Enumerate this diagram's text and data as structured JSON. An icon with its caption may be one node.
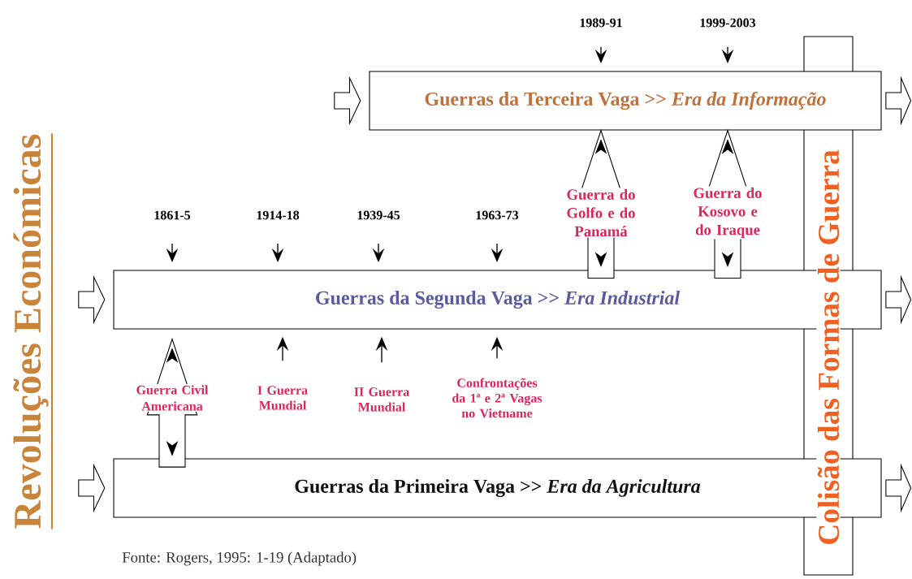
{
  "diagram": {
    "title": "Revoluções Económicas",
    "caption": "Fonte: Rogers, 1995: 1-19 (Adaptado)",
    "nodes": [
      {
        "text": [
          "Guerras da Terceira Vaga >> *Era da Informação*"
        ]
      },
      {
        "text": [
          "Guerras da Segunda Vaga >> *Era Industrial*"
        ]
      },
      {
        "text": [
          "Guerras da Primeira Vaga >> *Era da Agricultura*"
        ]
      },
      {
        "text": [
          "Colisão das Formas de Guerra"
        ]
      },
      {
        "text": [
          "1989-91"
        ]
      },
      {
        "text": [
          "1999-2003"
        ]
      },
      {
        "text": [
          "1861-5"
        ]
      },
      {
        "text": [
          "1914-18"
        ]
      },
      {
        "text": [
          "1939-45"
        ]
      },
      {
        "text": [
          "1963-73"
        ]
      },
      {
        "text": [
          "I Guerra Mundial"
        ]
      },
      {
        "text": [
          "II Guerra Mundial"
        ]
      },
      {
        "text": [
          "Confrontações da 1ª e 2ª Vagas no Vietname"
        ]
      }
    ],
    "edges": [
      {
        "from": null,
        "to": 0,
        "arrow": "to",
        "style": "thick"
      },
      {
        "from": 0,
        "to": null,
        "arrow": "to",
        "style": "thick"
      },
      {
        "from": null,
        "to": 1,
        "arrow": "to",
        "style": "thick"
      },
      {
        "from": 1,
        "to": null,
        "arrow": "to",
        "style": "thick"
      },
      {
        "from": null,
        "to": 2,
        "arrow": "to",
        "style": "thick"
      },
      {
        "from": 2,
        "to": null,
        "arrow": "to",
        "style": "thick"
      },
      {
        "from": 4,
        "to": 0,
        "arrow": "to"
      },
      {
        "from": 5,
        "to": 0,
        "arrow": "to"
      },
      {
        "from": 6,
        "to": 1,
        "arrow": "to"
      },
      {
        "from": 7,
        "to": 1,
        "arrow": "to"
      },
      {
        "from": 8,
        "to": 1,
        "arrow": "to"
      },
      {
        "from": 9,
        "to": 1,
        "arrow": "to"
      },
      {
        "from": 10,
        "to": 1,
        "arrow": "to"
      },
      {
        "from": 11,
        "to": 1,
        "arrow": "to"
      },
      {
        "from": 12,
        "to": 1,
        "arrow": "to"
      },
      {
        "from": 2,
        "to": 1,
        "arrow": "to",
        "style": "thick",
        "label": "Guerra Civil Americana"
      },
      {
        "from": 1,
        "to": 0,
        "arrow": "to",
        "style": "thick",
        "label": "Guerra do Golfo e do Panamá"
      },
      {
        "from": 1,
        "to": 0,
        "arrow": "to",
        "style": "thick",
        "label": "Guerra do Kosovo e do Iraque"
      }
    ]
  }
}
